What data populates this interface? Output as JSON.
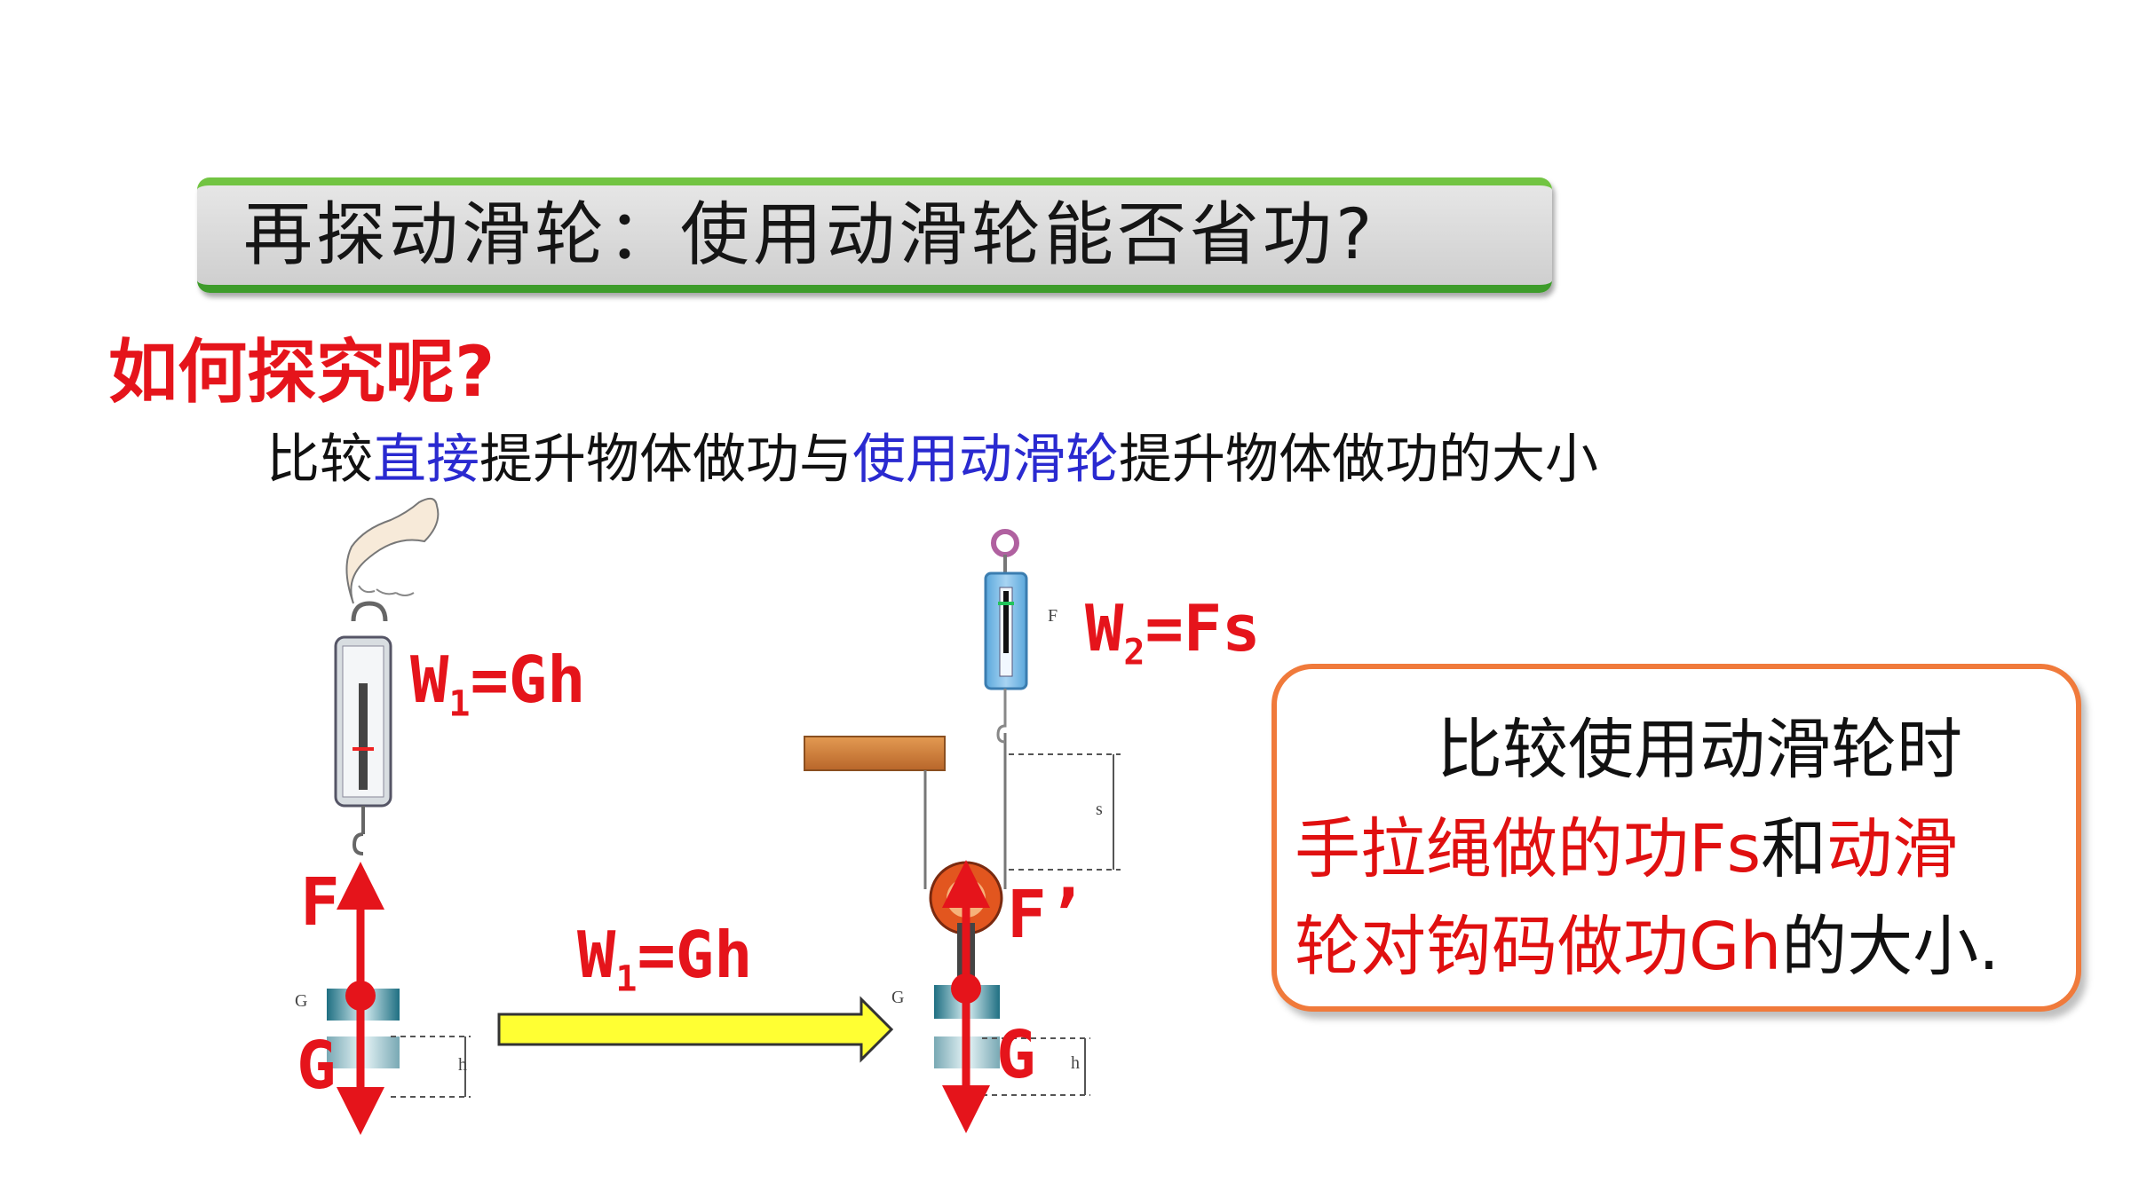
{
  "title": "再探动滑轮：使用动滑轮能否省功?",
  "question": "如何探究呢?",
  "compare": {
    "p1": "比较",
    "p2": "直接",
    "p3": "提升物体做功与",
    "p4": "使用动滑轮",
    "p5": "提升物体做功的大小"
  },
  "left_setup": {
    "w_label": "W",
    "w_sub": "1",
    "w_rest": "=Gh",
    "f_label": "F",
    "g_label": "G",
    "g_small": "G",
    "h_small": "h"
  },
  "arrow": {
    "w_label": "W",
    "w_sub": "1",
    "w_rest": "=Gh"
  },
  "right_setup": {
    "w_label": "W",
    "w_sub": "2",
    "w_rest": "=Fs",
    "f_small": "F",
    "s_small": "s",
    "f_label": "F’",
    "g_label": "G",
    "g_small": "G",
    "h_small": "h"
  },
  "callout": {
    "line1": "比较使用动滑轮时",
    "line2_red_a": "手拉绳做的功Fs",
    "line2_black": "和",
    "line2_red_b": "动滑",
    "line3_red": "轮对钩码做功Gh",
    "line3_black": "的大小."
  },
  "colors": {
    "red": "#e5141b",
    "blue": "#2a2ad0",
    "banner_green": "#72c442",
    "callout_border": "#f07a3b",
    "arrow_yellow": "#ffff33"
  }
}
